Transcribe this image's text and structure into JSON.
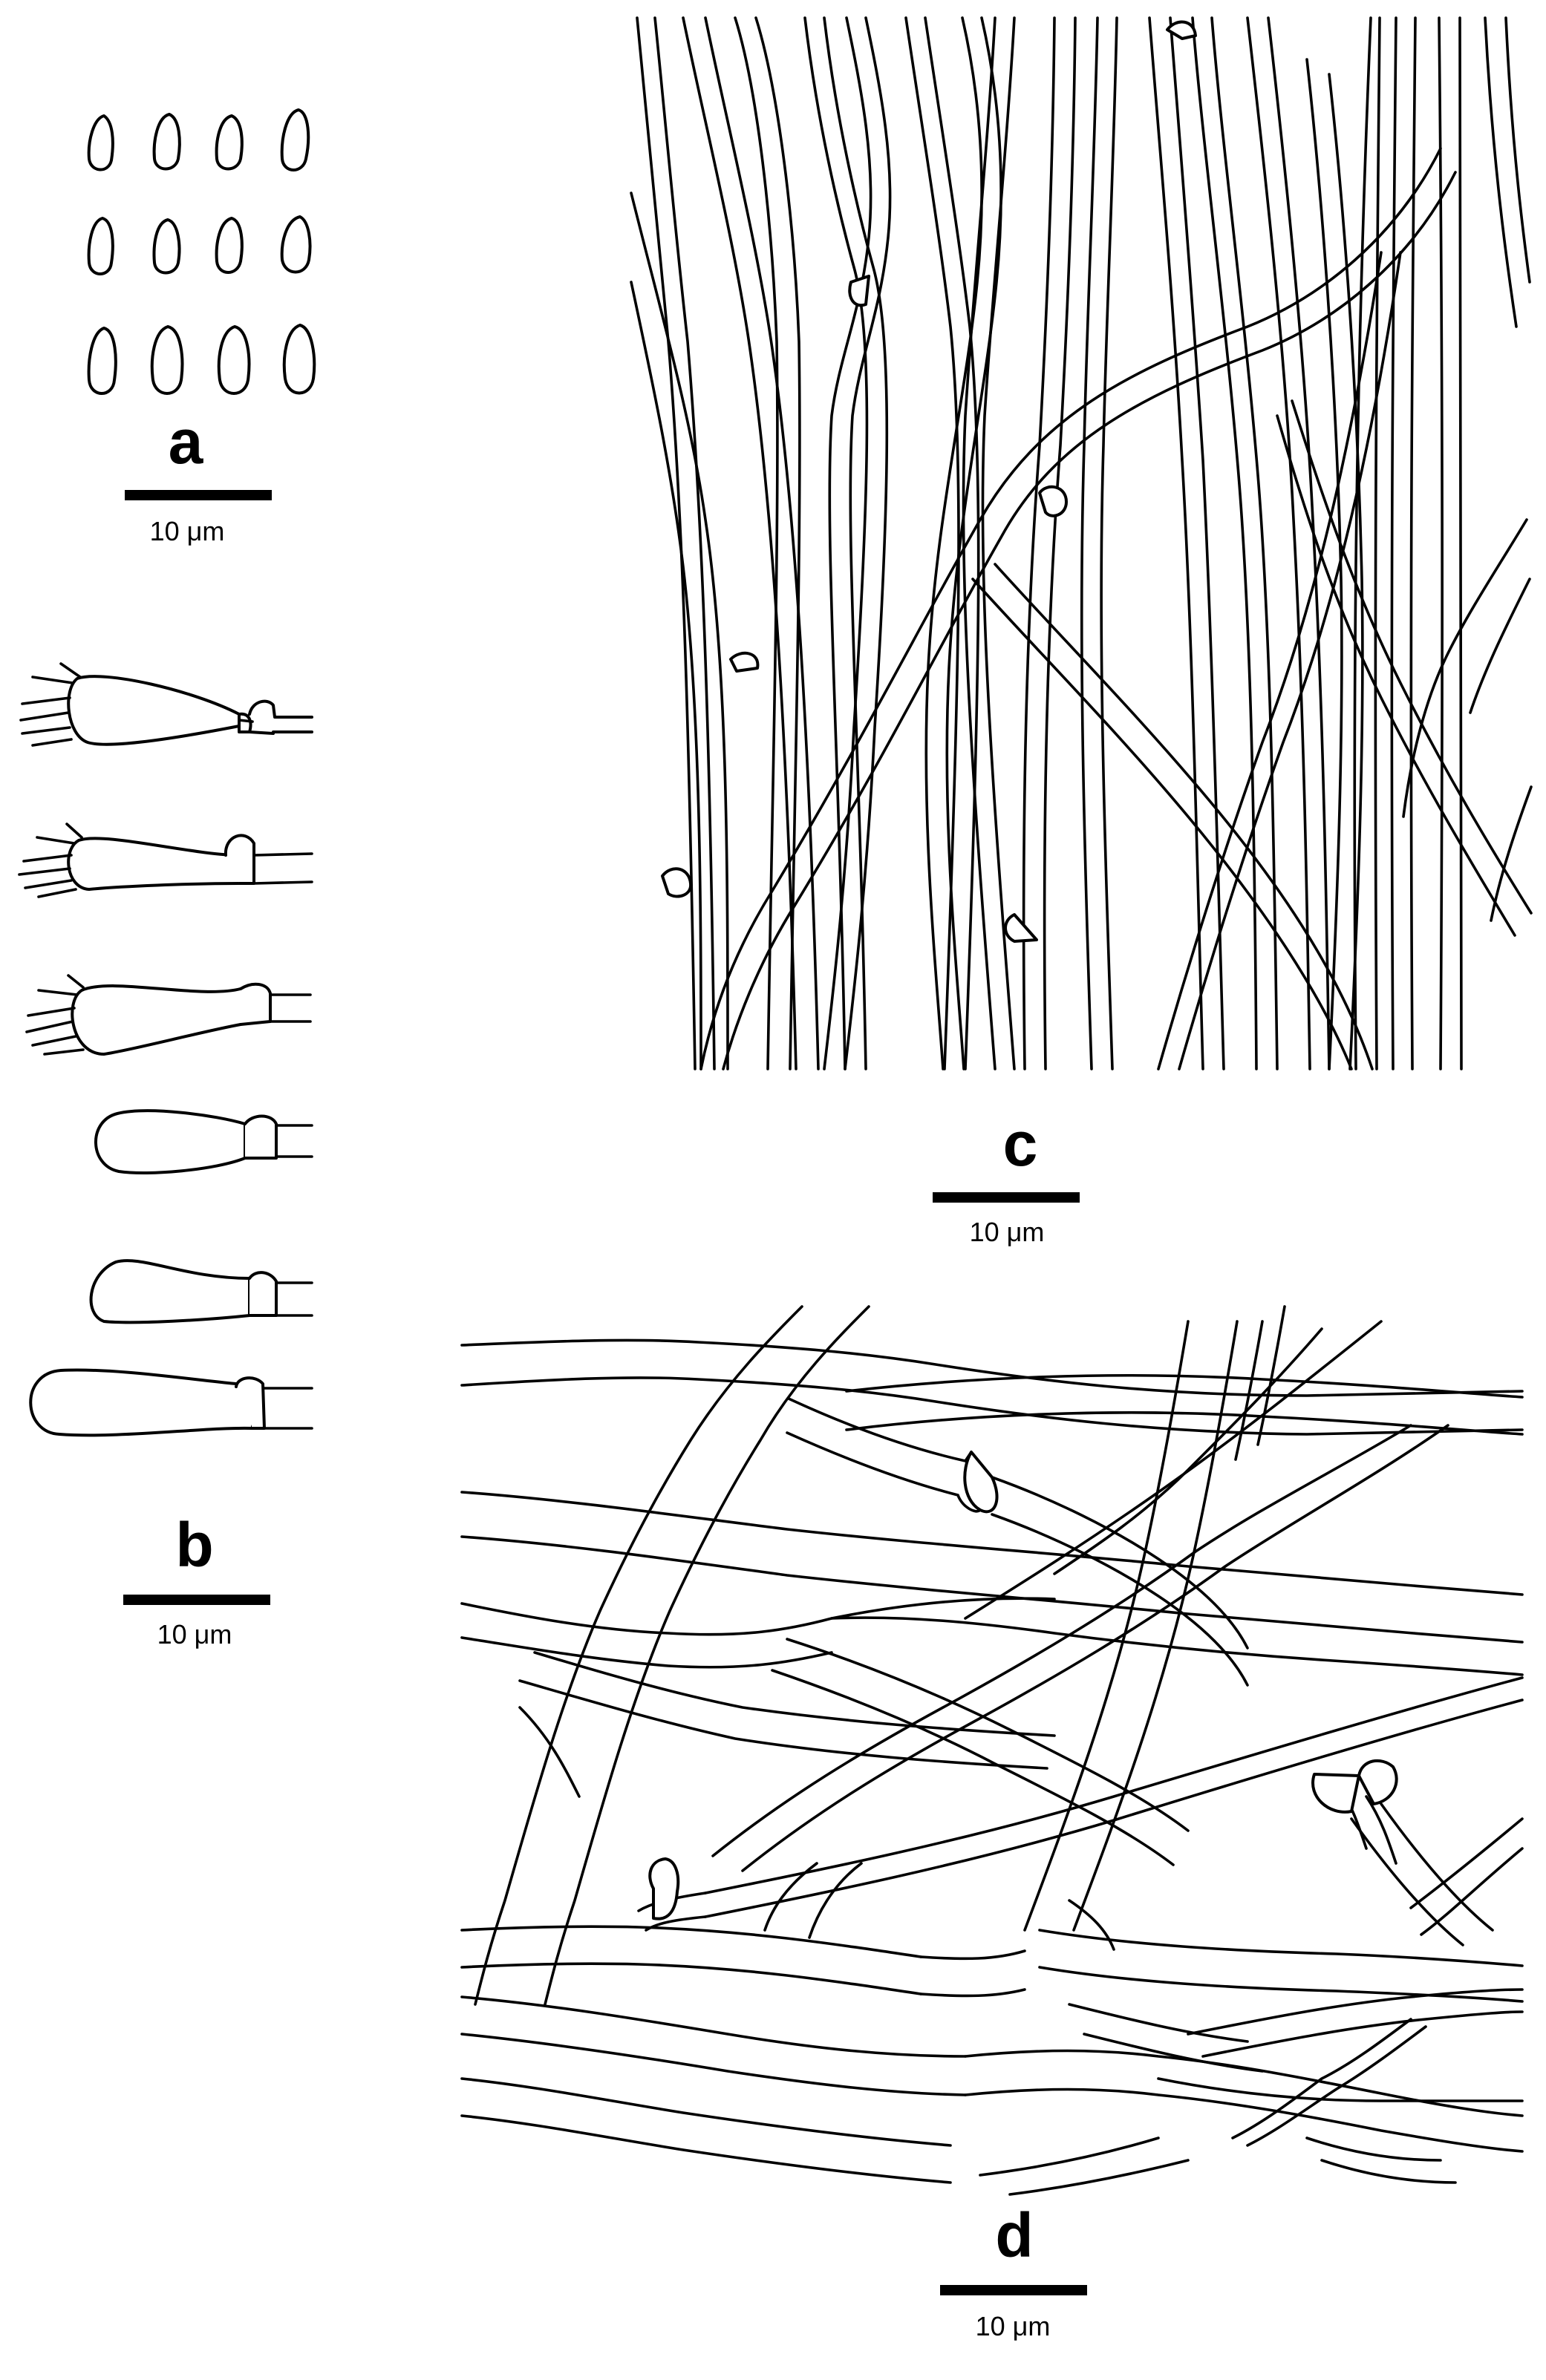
{
  "panels": {
    "a": {
      "label": "a",
      "scale_text": "10 μm"
    },
    "b": {
      "label": "b",
      "scale_text": "10 μm"
    },
    "c": {
      "label": "c",
      "scale_text": "10 μm"
    },
    "d": {
      "label": "d",
      "scale_text": "10 μm"
    }
  },
  "colors": {
    "ink": "#000000",
    "paper": "#ffffff"
  }
}
